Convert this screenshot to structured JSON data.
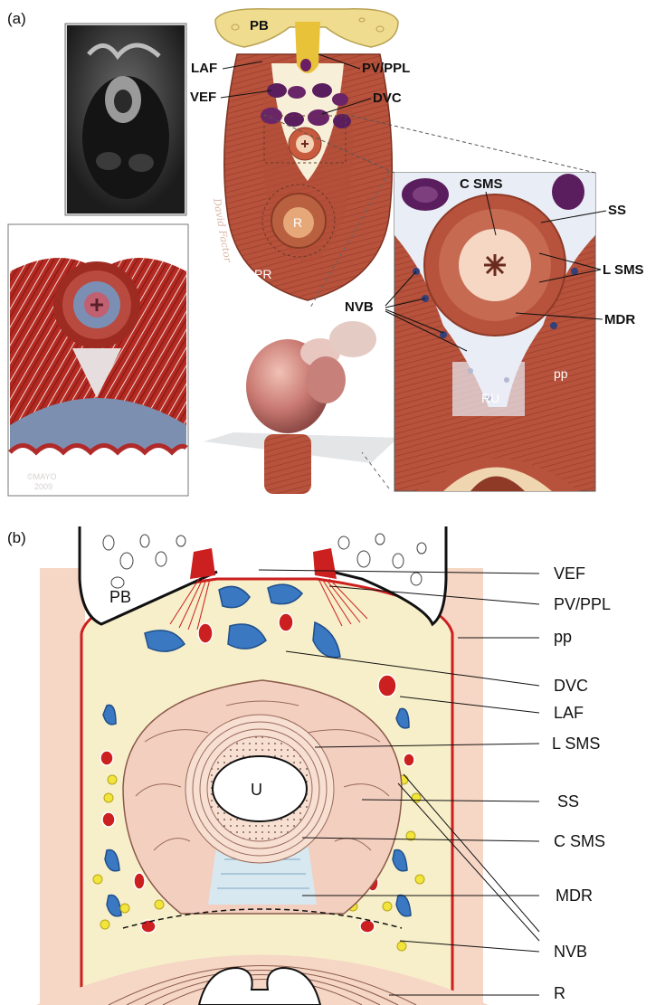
{
  "panel_a": {
    "panel_label": "(a)",
    "labels": {
      "pb": "PB",
      "laf": "LAF",
      "pv_ppl": "PV/PPL",
      "vef": "VEF",
      "dvc": "DVC",
      "r": "R",
      "pr": "PR",
      "c_sms": "C SMS",
      "ss": "SS",
      "l_sms": "L SMS",
      "nvb": "NVB",
      "mdr": "MDR",
      "pp": "pp",
      "ru": "RU"
    },
    "stamp_line1": "©MAYO",
    "stamp_line2": "2009",
    "signature": "David Factor"
  },
  "panel_b": {
    "panel_label": "(b)",
    "inner_labels": {
      "pb": "PB",
      "u": "U"
    },
    "callouts": {
      "vef": "VEF",
      "pv_ppl": "PV/PPL",
      "pp": "pp",
      "dvc": "DVC",
      "laf": "LAF",
      "l_sms": "L SMS",
      "ss": "SS",
      "c_sms": "C SMS",
      "mdr": "MDR",
      "nvb": "NVB",
      "r": "R"
    }
  },
  "colors": {
    "muscle": "#b9553f",
    "muscle_dark": "#8f3a29",
    "bone": "#f0dc8e",
    "vein": "#5a1e5e",
    "fat": "#f7efc9",
    "red_line": "#cc1f1f",
    "blue_vessel": "#3a78c2",
    "nerve_yellow": "#f1e43a",
    "pink_tissue": "#f3cfc0"
  }
}
